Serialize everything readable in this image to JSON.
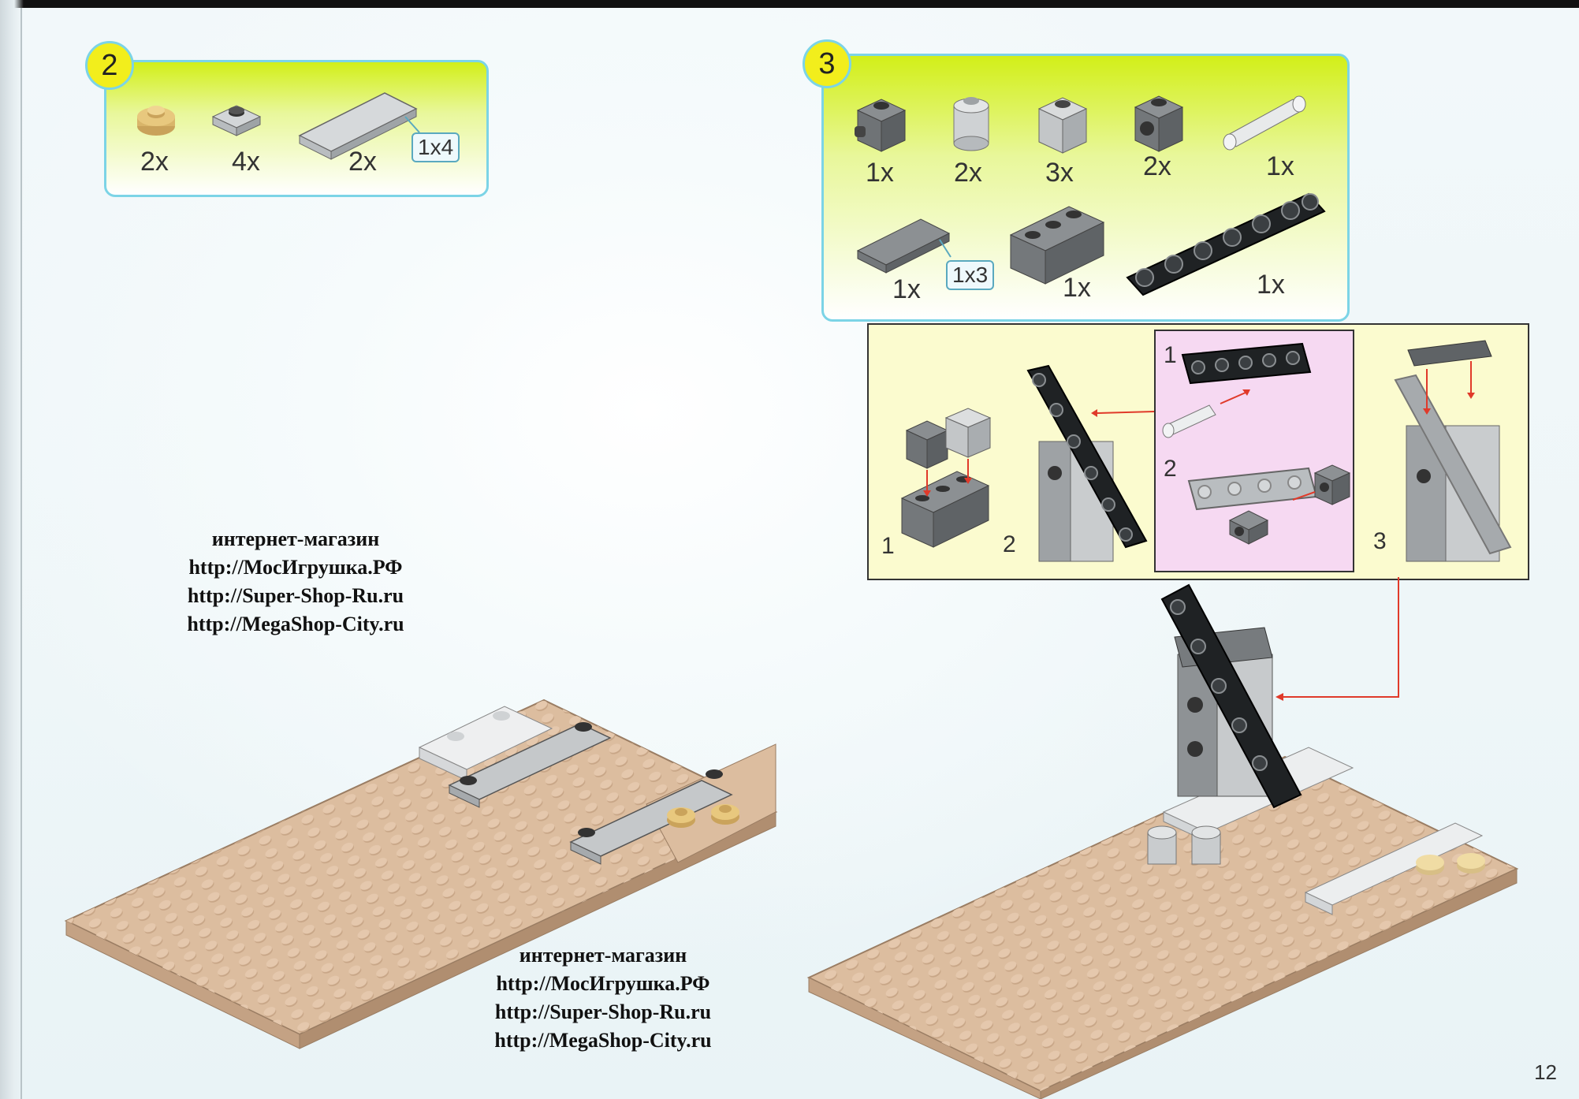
{
  "step2": {
    "number": "2",
    "parts": [
      {
        "icon": "round-plate-1x1-tan-icon",
        "qty": "2x"
      },
      {
        "icon": "plate-1x1-gray-icon",
        "qty": "4x"
      },
      {
        "icon": "tile-1x4-gray-icon",
        "qty": "2x",
        "size": "1x4"
      }
    ]
  },
  "step3": {
    "number": "3",
    "parts": [
      {
        "icon": "brick-1x1-clip-dark-icon",
        "qty": "1x"
      },
      {
        "icon": "round-brick-1x1-gray-icon",
        "qty": "2x"
      },
      {
        "icon": "brick-1x1-gray-icon",
        "qty": "3x"
      },
      {
        "icon": "technic-brick-1x1-dark-icon",
        "qty": "2x"
      },
      {
        "icon": "technic-pin-icon",
        "qty": "1x"
      },
      {
        "icon": "tile-1x3-dark-icon",
        "qty": "1x",
        "size": "1x3"
      },
      {
        "icon": "brick-1x3-dark-icon",
        "qty": "1x"
      },
      {
        "icon": "technic-beam-7-black-icon",
        "qty": "1x"
      }
    ],
    "substeps": [
      "1",
      "2",
      "1",
      "2",
      "3"
    ]
  },
  "shop_blocks": [
    {
      "lines": [
        "интернет-магазин",
        "http://МосИгрушка.РФ",
        "http://Super-Shop-Ru.ru",
        "http://MegaShop-City.ru"
      ]
    },
    {
      "lines": [
        "интернет-магазин",
        "http://МосИгрушка.РФ",
        "http://Super-Shop-Ru.ru",
        "http://MegaShop-City.ru"
      ]
    }
  ],
  "page_number": "12",
  "colors": {
    "step_border": "#7cd4e6",
    "step_fill": "#d2ef18",
    "badge": "#f2ee1c",
    "baseplate": "#d9b99b",
    "arrow": "#e03a2a"
  }
}
